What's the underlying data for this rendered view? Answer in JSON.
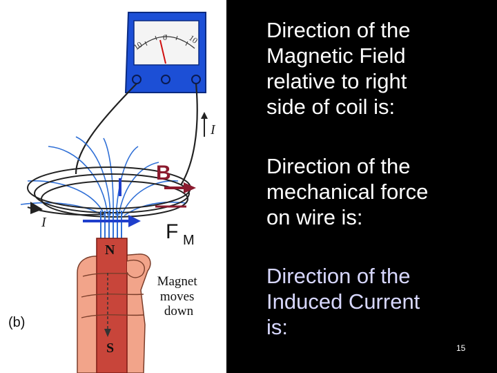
{
  "slide": {
    "number": "15",
    "text_blocks": [
      {
        "lines": [
          "Direction of the",
          "Magnetic Field",
          "relative to right",
          "side of coil is:"
        ]
      },
      {
        "lines": [
          "Direction of the",
          "mechanical force",
          "on wire is:"
        ]
      },
      {
        "lines": [
          "Direction of the",
          "Induced Current",
          "is:"
        ]
      }
    ]
  },
  "diagram": {
    "meter_scale": {
      "left": "10",
      "center": "0",
      "right": "10"
    },
    "labels": {
      "current_top": "I",
      "current_left": "I",
      "field": "B",
      "force": "F",
      "force_sub": "M",
      "magnet_north": "N",
      "magnet_south": "S",
      "caption_lines": [
        "Magnet",
        "moves",
        "down"
      ],
      "panel": "(b)"
    },
    "colors": {
      "field_lines": "#2f6fd6",
      "arrow": "#8b1a2e",
      "magnet_red": "#c8453a",
      "meter": "#1c4fd6",
      "skin": "#f2a48a"
    }
  }
}
